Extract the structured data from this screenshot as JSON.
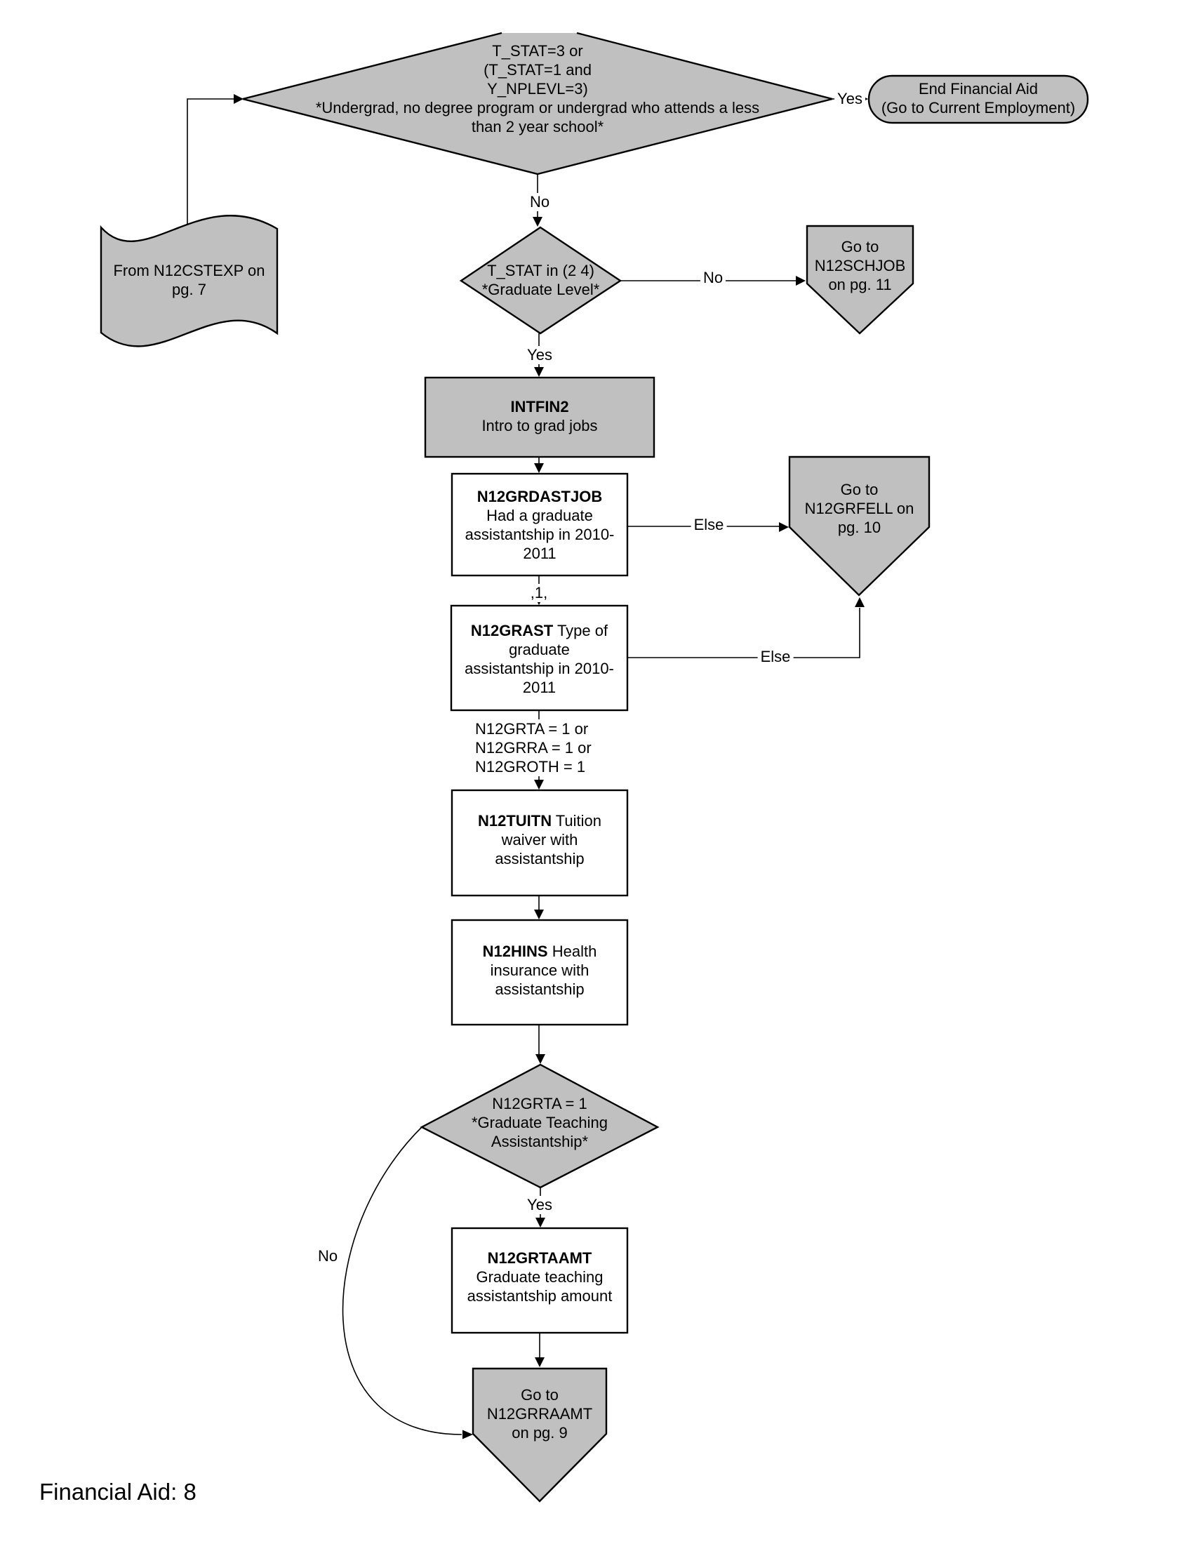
{
  "page": {
    "footer": "Financial Aid: 8"
  },
  "colors": {
    "shape_fill_gray": "#C0C0C0",
    "shape_fill_white": "#FFFFFF",
    "stroke": "#000000",
    "background": "#FFFFFF",
    "text": "#000000"
  },
  "nodes": {
    "from_ref": {
      "shape": "flag",
      "lines": [
        "From N12CSTEXP on",
        "pg. 7"
      ]
    },
    "undergrad_decision": {
      "shape": "decision",
      "lines": [
        "T_STAT=3 or",
        "(T_STAT=1 and",
        "Y_NPLEVL=3)",
        "*Undergrad, no degree program or undergrad who attends a less",
        "than 2 year school*"
      ]
    },
    "end_financial_aid": {
      "shape": "terminator",
      "lines": [
        "End Financial Aid",
        "(Go to Current Employment)"
      ]
    },
    "grad_level_decision": {
      "shape": "decision",
      "lines": [
        "T_STAT in (2 4)",
        "*Graduate Level*"
      ]
    },
    "goto_n12schjob": {
      "shape": "offpage-connector",
      "lines": [
        "Go to",
        "N12SCHJOB",
        "on pg. 11"
      ]
    },
    "intfin2": {
      "shape": "process",
      "title": "INTFIN2",
      "title_rest": "",
      "lines": [
        "Intro to grad jobs"
      ]
    },
    "n12grdastjob": {
      "shape": "process",
      "title": "N12GRDASTJOB",
      "title_rest": "",
      "lines": [
        "Had a graduate",
        "assistantship in 2010-",
        "2011"
      ]
    },
    "goto_n12grfell": {
      "shape": "offpage-connector",
      "lines": [
        "Go to",
        "N12GRFELL on",
        "pg. 10"
      ]
    },
    "n12grast": {
      "shape": "process",
      "title": "N12GRAST",
      "title_rest": " Type of",
      "lines": [
        "graduate",
        "assistantship in 2010-",
        "2011"
      ]
    },
    "n12tuitn": {
      "shape": "process",
      "title": "N12TUITN",
      "title_rest": " Tuition",
      "lines": [
        "waiver with",
        "assistantship"
      ]
    },
    "n12hins": {
      "shape": "process",
      "title": "N12HINS",
      "title_rest": " Health",
      "lines": [
        "insurance with",
        "assistantship"
      ]
    },
    "grta_decision": {
      "shape": "decision",
      "lines": [
        "N12GRTA = 1",
        "*Graduate Teaching",
        "Assistantship*"
      ]
    },
    "n12grtaamt": {
      "shape": "process",
      "title": "N12GRTAAMT",
      "title_rest": "",
      "lines": [
        "Graduate teaching",
        "assistantship amount"
      ]
    },
    "goto_n12grraamt": {
      "shape": "offpage-connector",
      "lines": [
        "Go to",
        "N12GRRAAMT",
        "on pg. 9"
      ]
    }
  },
  "edge_labels": {
    "yes_to_end": "Yes",
    "no_to_grad_decision": "No",
    "no_to_schjob": "No",
    "yes_to_intfin2": "Yes",
    "val_1": ",1,",
    "else_from_grdastjob": "Else",
    "else_from_grast": "Else",
    "grta_condition": [
      "N12GRTA = 1 or",
      "N12GRRA = 1 or",
      "N12GROTH = 1"
    ],
    "yes_to_grtaamt": "Yes",
    "no_to_grraamt": "No"
  }
}
